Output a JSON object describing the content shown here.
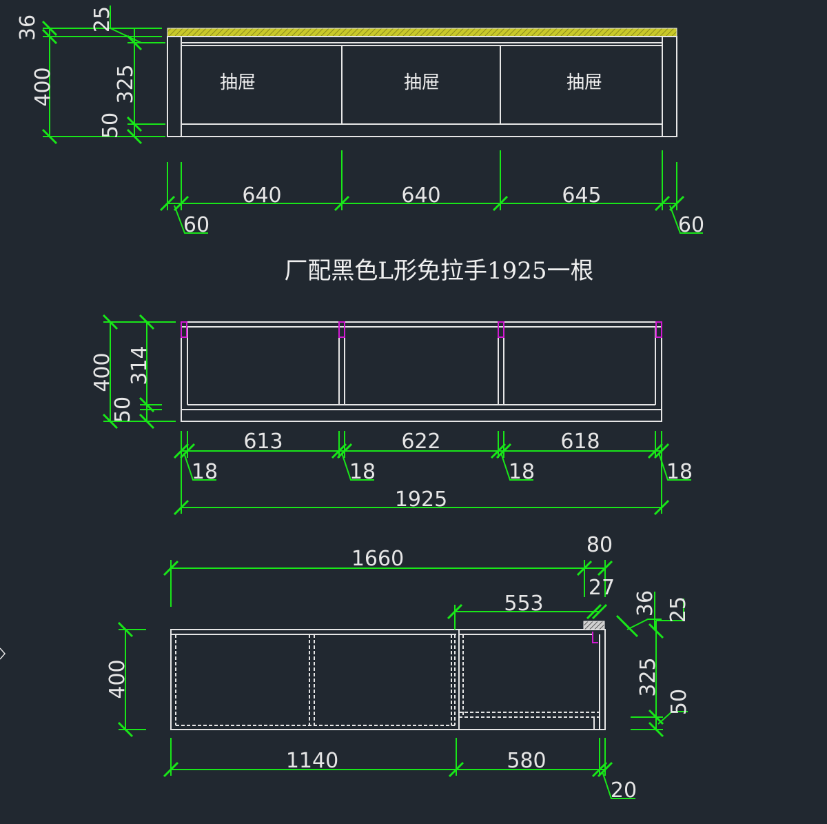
{
  "view1": {
    "drawer_labels": [
      "抽屉",
      "抽屉",
      "抽屉"
    ],
    "dim_left_total": "400",
    "dim_left_top": "36",
    "dim_right_top": "25",
    "dim_right_mid": "325",
    "dim_right_bottom": "50",
    "dim_widths": [
      "640",
      "640",
      "645"
    ],
    "dim_side_left": "60",
    "dim_side_right": "60"
  },
  "note": "厂配黑色L形免拉手1925一根",
  "view2": {
    "dim_left_total": "400",
    "dim_right_top": "314",
    "dim_right_bottom": "50",
    "dim_bays": [
      "613",
      "622",
      "618"
    ],
    "dim_panels": [
      "18",
      "18",
      "18",
      "18"
    ],
    "dim_overall": "1925"
  },
  "view3": {
    "dim_top_width": "1660",
    "dim_top_right": "80",
    "dim_step": "27",
    "dim_drawer_width": "553",
    "dim_height": "400",
    "dim_bottom_left": "1140",
    "dim_bottom_right": "580",
    "dim_bottom_end": "20",
    "dim_side_top_a": "36",
    "dim_side_top_b": "25",
    "dim_side_mid": "325",
    "dim_side_bottom": "50"
  },
  "colors": {
    "background": "#212830",
    "outline": "#e6e6e6",
    "dimension": "#19e619",
    "handle": "#d21ad2",
    "countertop": "#d9d92a"
  }
}
